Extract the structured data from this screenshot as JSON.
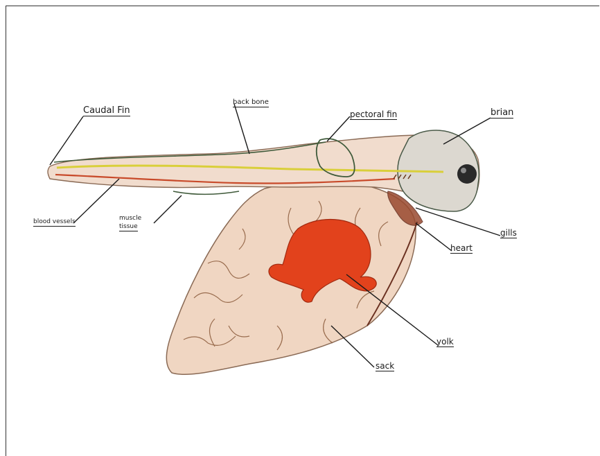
{
  "diagram": {
    "labels": {
      "caudal_fin": "Caudal Fin",
      "back_bone": "back bone",
      "pectoral_fin": "pectoral fin",
      "brain": "brian",
      "blood_vessels": "blood vessels",
      "muscle_tissue_l1": "muscle",
      "muscle_tissue_l2": "tissue",
      "gills": "gills",
      "heart": "heart",
      "yolk": "yolk",
      "sack": "sack"
    },
    "colors": {
      "body_fill": "#f1dccd",
      "yolk_fill": "#f0d6c2",
      "yolk_core": "#e2421c",
      "spine_yellow": "#d9cf3a",
      "vessel_red": "#c84a2a",
      "outline_green": "#3f5a3a",
      "vein_brown": "#7a4a30",
      "eye_dark": "#2a2a2a"
    }
  }
}
